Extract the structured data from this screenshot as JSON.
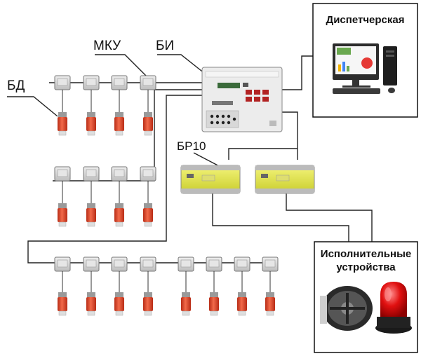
{
  "labels": {
    "bd": "БД",
    "mku": "МКУ",
    "bi": "БИ",
    "br10": "БР10"
  },
  "dispatcher": {
    "title": "Диспетчерская"
  },
  "actuators": {
    "title_line1": "Исполнительные",
    "title_line2": "устройства"
  },
  "colors": {
    "wire": "#222222",
    "box_fill": "#d9d9d9",
    "sensor_red": "#e8452a",
    "relay_yellow": "#e6e84a",
    "beacon_red": "#e01010"
  },
  "icons": [
    "junction-box-icon",
    "gas-sensor-icon",
    "control-unit-icon",
    "relay-block-icon",
    "computer-icon",
    "fan-icon",
    "beacon-icon"
  ]
}
